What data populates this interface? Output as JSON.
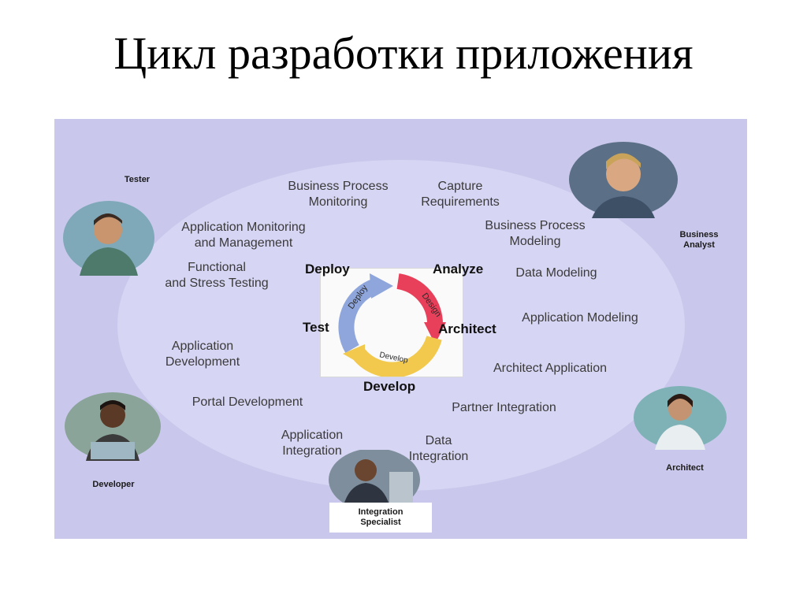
{
  "title": "Цикл разработки приложения",
  "cycle": {
    "phases": {
      "deploy": "Deploy",
      "analyze": "Analyze",
      "architect": "Architect",
      "test": "Test",
      "develop": "Develop"
    },
    "arrow_labels": {
      "deploy": "Deploy",
      "design": "Design",
      "develop": "Develop"
    },
    "colors": {
      "deploy_arrow": "#8fa6dc",
      "design_arrow": "#e8405a",
      "develop_arrow": "#f2c94c"
    }
  },
  "activities": {
    "bp_monitoring": [
      "Business Process",
      "Monitoring"
    ],
    "capture_requirements": [
      "Capture",
      "Requirements"
    ],
    "app_monitoring": [
      "Application Monitoring",
      "and Management"
    ],
    "bp_modeling": [
      "Business Process",
      "Modeling"
    ],
    "functional_testing": [
      "Functional",
      "and Stress Testing"
    ],
    "data_modeling": "Data Modeling",
    "application_modeling": "Application Modeling",
    "application_development": [
      "Application",
      "Development"
    ],
    "architect_application": "Architect Application",
    "portal_development": "Portal Development",
    "partner_integration": "Partner Integration",
    "application_integration": [
      "Application",
      "Integration"
    ],
    "data_integration": [
      "Data",
      "Integration"
    ]
  },
  "roles": {
    "tester": "Tester",
    "business_analyst": [
      "Business",
      "Analyst"
    ],
    "developer": "Developer",
    "architect": "Architect",
    "integration_specialist": [
      "Integration",
      "Specialist"
    ]
  }
}
